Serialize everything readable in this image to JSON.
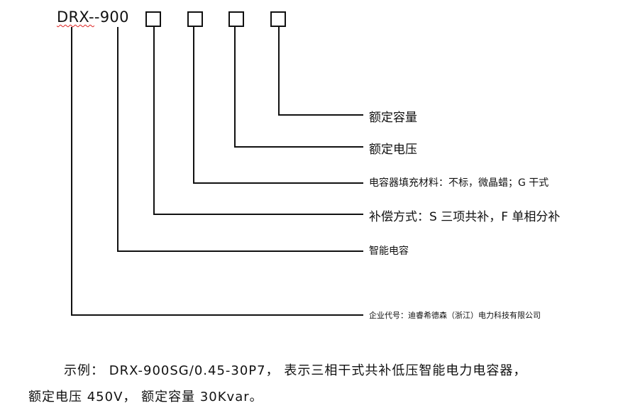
{
  "model_code": {
    "prefix": "DRX-",
    "series": "-900"
  },
  "labels": {
    "rated_capacity": "额定容量",
    "rated_voltage": "额定电压",
    "filling_material": "电容器填充材料：不标，微晶蜡；G 干式",
    "compensation_mode": "补偿方式：S 三项共补，F 单相分补",
    "smart_capacitor": "智能电容",
    "company_code": "企业代号：迪睿希德森（浙江）电力科技有限公司"
  },
  "example": {
    "line1": "示例： DRX-900SG/0.45-30P7， 表示三相干式共补低压智能电力电容器，",
    "line2": "额定电压 450V， 额定容量 30Kvar。"
  }
}
